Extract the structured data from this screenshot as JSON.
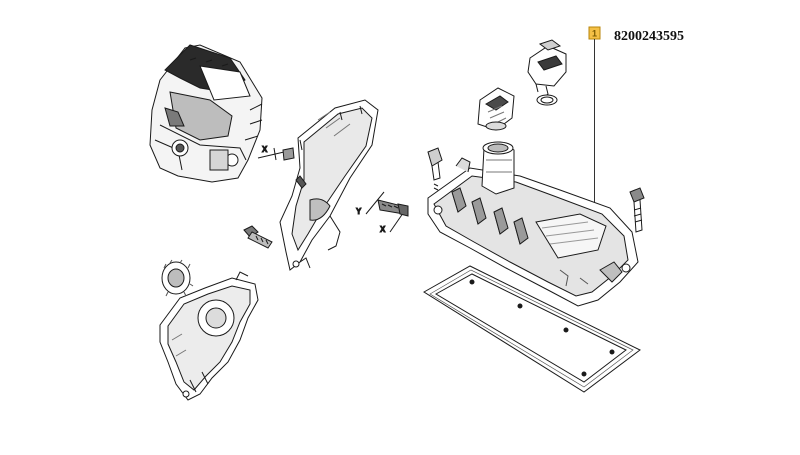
{
  "reference": {
    "number": "1",
    "part_number": "8200243595"
  },
  "axes": {
    "x": "X",
    "y": "Y"
  },
  "colors": {
    "line": "#1a1a1a",
    "callout_fill": "#f4c046",
    "callout_stroke": "#b8860b",
    "leader": "#333333",
    "shade": "#6b6b6b"
  }
}
